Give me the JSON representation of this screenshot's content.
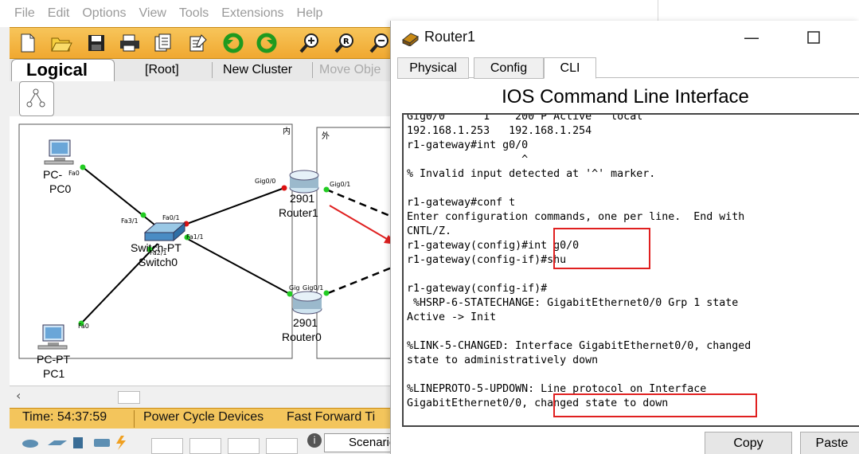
{
  "menu": [
    "File",
    "Edit",
    "Options",
    "View",
    "Tools",
    "Extensions",
    "Help"
  ],
  "toolbar_icons": [
    "new-icon",
    "open-icon",
    "save-icon",
    "print-icon",
    "activity-wizard-icon",
    "custom-pdu-icon",
    "undo-icon",
    "redo-icon",
    "zoom-in-icon",
    "zoom-reset-icon",
    "zoom-out-icon"
  ],
  "logical_bar": {
    "tab": "Logical",
    "root": "[Root]",
    "new_cluster": "New Cluster",
    "move_object": "Move Obje"
  },
  "topology": {
    "cluster_inner_label": "内",
    "cluster_outer_label": "外",
    "devices": [
      {
        "id": "pc0",
        "model": "PC-",
        "name": "PC0"
      },
      {
        "id": "pc1",
        "model": "PC-PT",
        "name": "PC1"
      },
      {
        "id": "switch0",
        "model": "Switch-PT",
        "name": "Switch0"
      },
      {
        "id": "router1",
        "model": "2901",
        "name": "Router1"
      },
      {
        "id": "router0",
        "model": "2901",
        "name": "Router0"
      }
    ],
    "ports": {
      "pc0_fa0": "Fa0",
      "pc1_fa0": "Fa0",
      "sw_fa3": "Fa3/1",
      "sw_fa0": "Fa0/1",
      "sw_fa1": "Fa1/1",
      "sw_fa2": "Fa2/1",
      "r1_g00": "Gig0/0",
      "r1_g01": "Gig0/1",
      "r0_g00": "Gig",
      "r0_g01": "Gig0/1"
    }
  },
  "status": {
    "time": "Time: 54:37:59",
    "power_cycle": "Power Cycle Devices",
    "fast_forward": "Fast Forward Ti"
  },
  "bottom": {
    "scenario": "Scenario"
  },
  "dialog": {
    "title": "Router1",
    "tabs": [
      "Physical",
      "Config",
      "CLI"
    ],
    "active_tab": "CLI",
    "header": "IOS Command Line Interface",
    "terminal_lines": [
      "Gig0/0      1    200 P Active   local",
      "192.168.1.253   192.168.1.254",
      "r1-gateway#int g0/0",
      "                  ^",
      "% Invalid input detected at '^' marker.",
      "",
      "r1-gateway#conf t",
      "Enter configuration commands, one per line.  End with",
      "CNTL/Z.",
      "r1-gateway(config)#int g0/0",
      "r1-gateway(config-if)#shu",
      "",
      "r1-gateway(config-if)#",
      " %HSRP-6-STATECHANGE: GigabitEthernet0/0 Grp 1 state",
      "Active -> Init",
      "",
      "%LINK-5-CHANGED: Interface GigabitEthernet0/0, changed",
      "state to administratively down",
      "",
      "%LINEPROTO-5-UPDOWN: Line protocol on Interface",
      "GigabitEthernet0/0, changed state to down"
    ],
    "copy_button": "Copy",
    "paste_button": "Paste"
  },
  "colors": {
    "toolbar": "#f0a830",
    "annotation": "#e02020",
    "link_up": "#22cc22",
    "link_down": "#dd1111"
  }
}
